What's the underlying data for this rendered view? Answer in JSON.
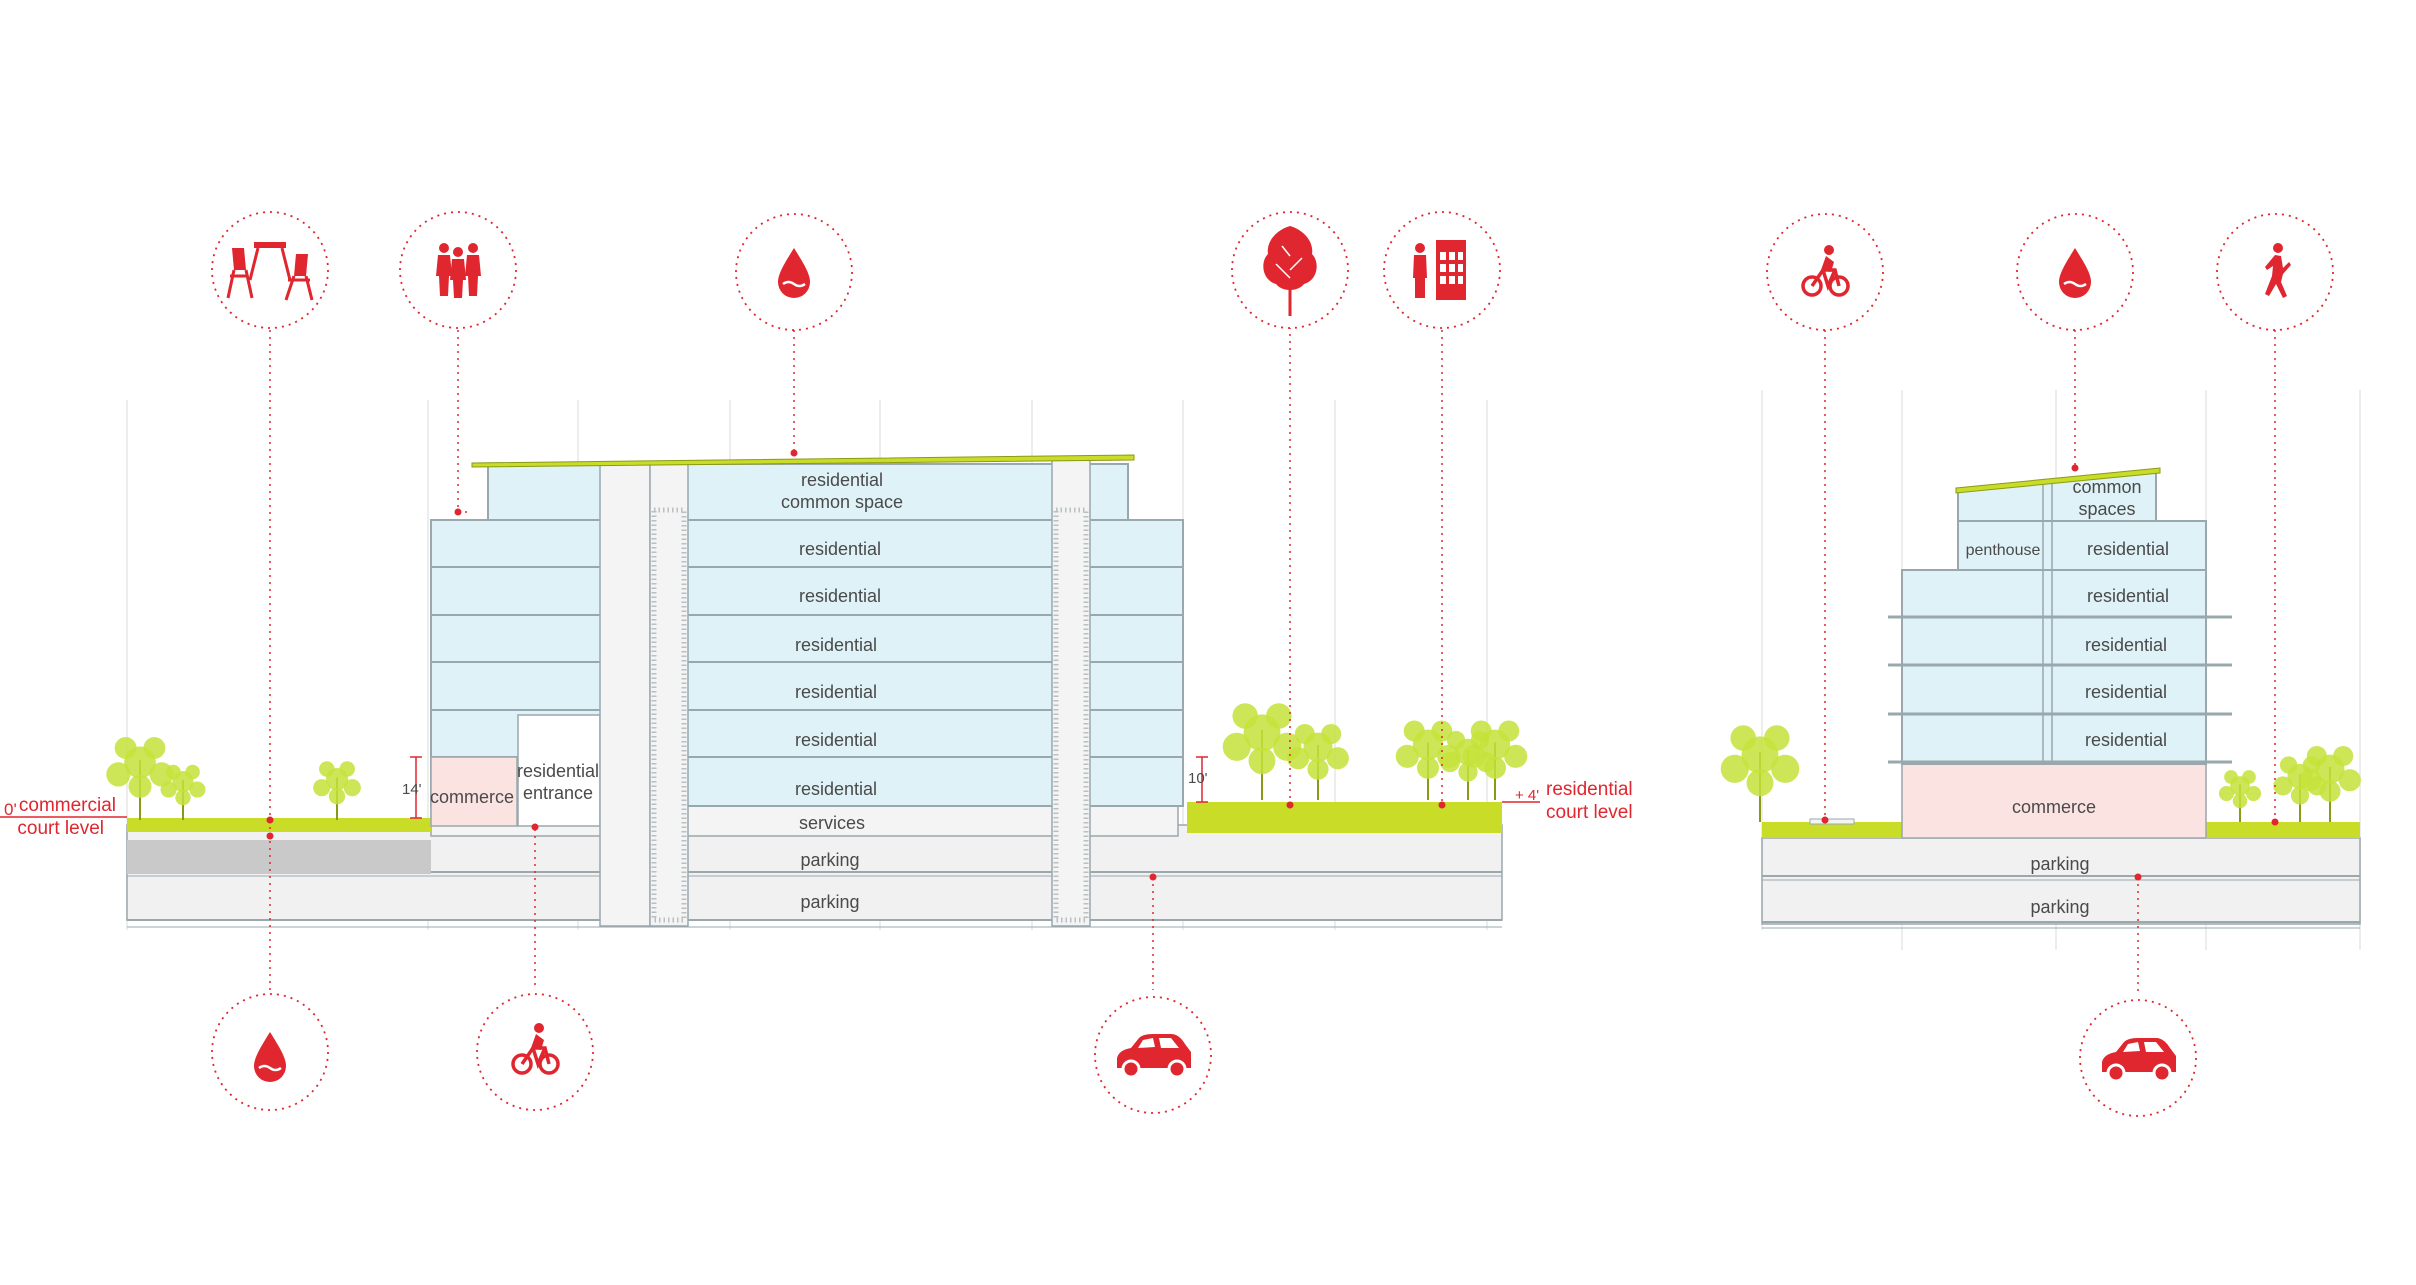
{
  "colors": {
    "accent": "#e0262f",
    "glass": "#dff2f7",
    "glass_edge": "#9aa8ad",
    "commerce": "#fbe3e1",
    "green_roof": "#c8dc28",
    "tree": "#c4e23a",
    "parking": "#f1f1f1",
    "dark_parking": "#c9c9c9",
    "text": "#4a4a4a"
  },
  "left_section": {
    "floors": [
      {
        "label": "residential\ncommon space"
      },
      {
        "label": "residential"
      },
      {
        "label": "residential"
      },
      {
        "label": "residential"
      },
      {
        "label": "residential"
      },
      {
        "label": "residential"
      },
      {
        "label": "residential"
      }
    ],
    "commerce_label": "commerce",
    "entrance_label": "residential\nentrance",
    "services_label": "services",
    "parking_labels": [
      "parking",
      "parking"
    ],
    "left_level_value": "0'",
    "left_level_label": "commercial\ncourt level",
    "right_level_value": "+ 4'",
    "right_level_label": "residential\ncourt level",
    "dim_left": "14'",
    "dim_right": "10'"
  },
  "right_section": {
    "penthouse_label": "penthouse",
    "common_label": "common\nspaces",
    "floors": [
      {
        "label": "residential"
      },
      {
        "label": "residential"
      },
      {
        "label": "residential"
      },
      {
        "label": "residential"
      },
      {
        "label": "residential"
      }
    ],
    "commerce_label": "commerce",
    "parking_labels": [
      "parking",
      "parking"
    ]
  },
  "icons": [
    {
      "name": "cafe-tables-icon"
    },
    {
      "name": "people-group-icon"
    },
    {
      "name": "water-drop-icon"
    },
    {
      "name": "tree-icon"
    },
    {
      "name": "phone-booth-icon"
    },
    {
      "name": "cyclist-icon"
    },
    {
      "name": "water-drop-icon"
    },
    {
      "name": "runner-icon"
    },
    {
      "name": "water-drop-icon"
    },
    {
      "name": "cyclist-icon"
    },
    {
      "name": "car-icon"
    },
    {
      "name": "car-icon"
    }
  ]
}
